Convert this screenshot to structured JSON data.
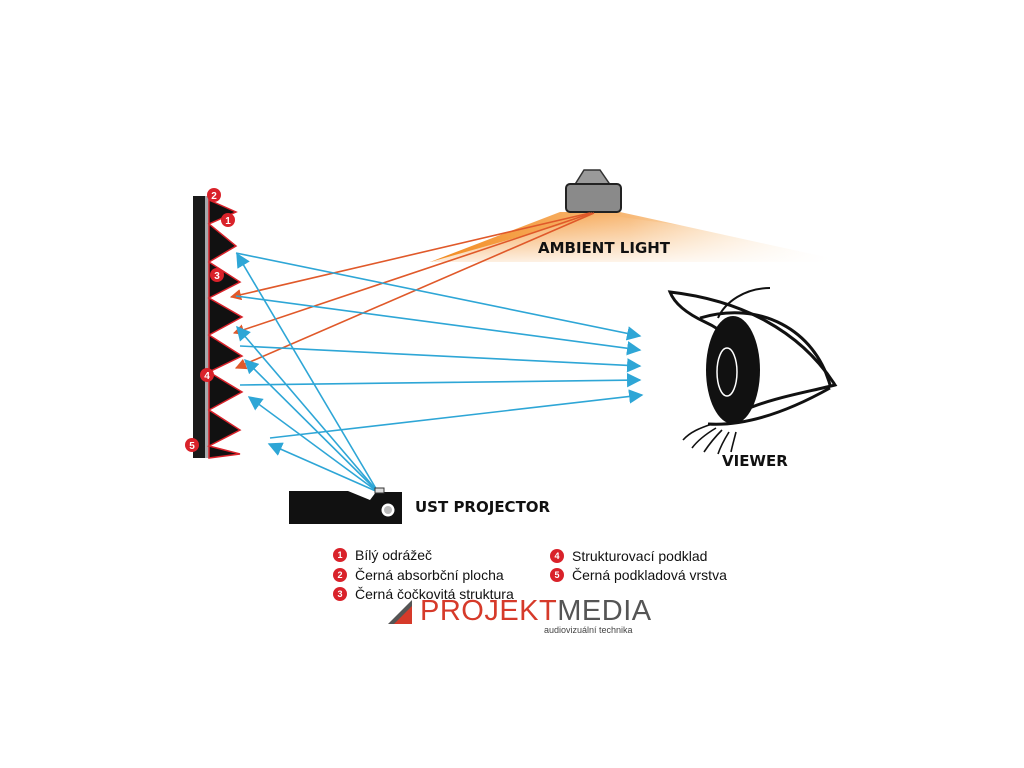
{
  "diagram": {
    "labels": {
      "ambient_light": "AMBIENT LIGHT",
      "viewer": "VIEWER",
      "ust_projector": "UST PROJECTOR"
    },
    "markers": [
      "2",
      "1",
      "3",
      "4",
      "5"
    ],
    "colors": {
      "ambient_ray": "#e0592a",
      "projector_ray": "#2ea6d6",
      "screen_edge": "#d9222a",
      "badge": "#d9222a",
      "glow": "#f28a1e"
    },
    "legend": [
      {
        "num": "1",
        "text": "Bílý odrážeč"
      },
      {
        "num": "2",
        "text": "Černá absorbční plocha"
      },
      {
        "num": "3",
        "text": "Černá čočkovitá struktura"
      },
      {
        "num": "4",
        "text": "Strukturovací podklad"
      },
      {
        "num": "5",
        "text": "Černá podkladová vrstva"
      }
    ]
  },
  "brand": {
    "word_part1": "PROJEKT",
    "word_part2": "MEDIA",
    "tagline": "audiovizuální technika"
  }
}
